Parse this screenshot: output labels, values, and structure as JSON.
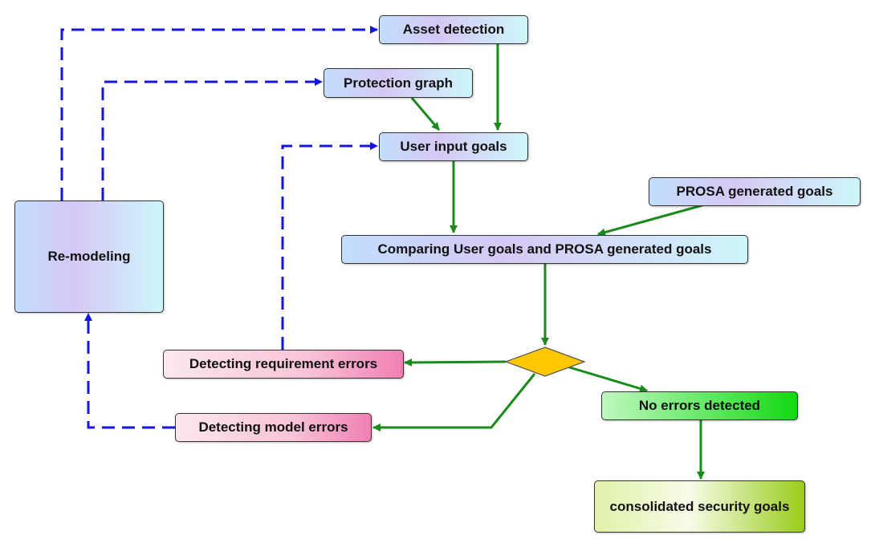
{
  "nodes": {
    "asset_detection": "Asset detection",
    "protection_graph": "Protection graph",
    "user_input_goals": "User input goals",
    "prosa_generated_goals": "PROSA generated goals",
    "comparing_goals": "Comparing User goals and PROSA generated goals",
    "re_modeling": "Re-modeling",
    "detecting_requirement_errors": "Detecting requirement errors",
    "detecting_model_errors": "Detecting model errors",
    "no_errors_detected": "No errors detected",
    "consolidated_security_goals": "consolidated security goals"
  },
  "colors": {
    "flow_arrow": "#1a8a1a",
    "feedback_arrow": "#1414e6",
    "decision": "#ffc700"
  }
}
